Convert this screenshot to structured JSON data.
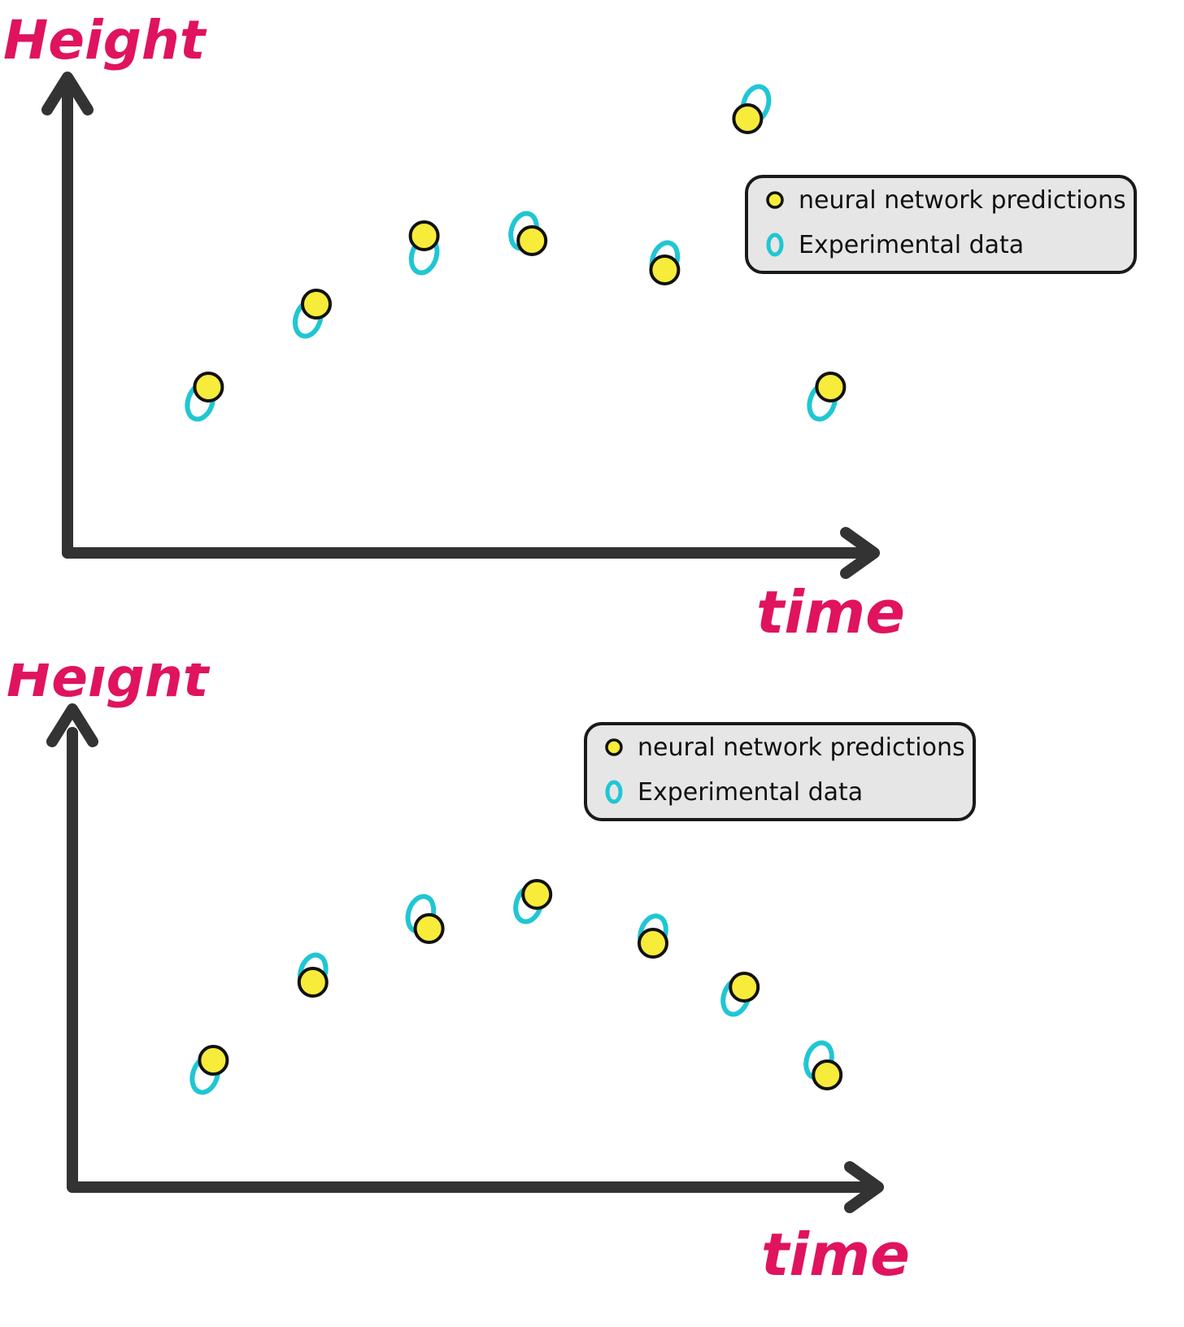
{
  "colors": {
    "axis": "#333333",
    "label": "#e0135f",
    "prediction_fill": "#f7ec3a",
    "experimental_stroke": "#20c6d3",
    "legend_bg": "#e6e6e6"
  },
  "chart_data": [
    {
      "type": "scatter",
      "xlabel": "time",
      "ylabel": "Height",
      "grid": false,
      "legend_position": "top-right",
      "series": [
        {
          "name": "neural network predictions",
          "marker": "filled-circle",
          "x": [
            1.7,
            3.0,
            4.3,
            5.6,
            7.2,
            8.2,
            9.2
          ],
          "y": [
            3.4,
            5.1,
            6.5,
            6.4,
            5.8,
            8.9,
            3.4
          ]
        },
        {
          "name": "Experimental data",
          "marker": "open-ellipse",
          "x": [
            1.6,
            2.9,
            4.3,
            5.5,
            7.2,
            8.3,
            9.1
          ],
          "y": [
            3.1,
            4.8,
            6.1,
            6.6,
            6.0,
            9.2,
            3.1
          ]
        }
      ]
    },
    {
      "type": "scatter",
      "xlabel": "time",
      "ylabel": "Height",
      "grid": false,
      "legend_position": "top-right",
      "series": [
        {
          "name": "neural network predictions",
          "marker": "filled-circle",
          "x": [
            1.7,
            2.9,
            4.3,
            5.6,
            7.0,
            8.1,
            9.1
          ],
          "y": [
            2.6,
            4.2,
            5.3,
            6.0,
            5.0,
            4.1,
            2.3
          ]
        },
        {
          "name": "Experimental data",
          "marker": "open-ellipse",
          "x": [
            1.6,
            2.9,
            4.2,
            5.5,
            7.0,
            8.0,
            9.0
          ],
          "y": [
            2.3,
            4.4,
            5.6,
            5.8,
            5.2,
            3.9,
            2.6
          ]
        }
      ]
    }
  ]
}
